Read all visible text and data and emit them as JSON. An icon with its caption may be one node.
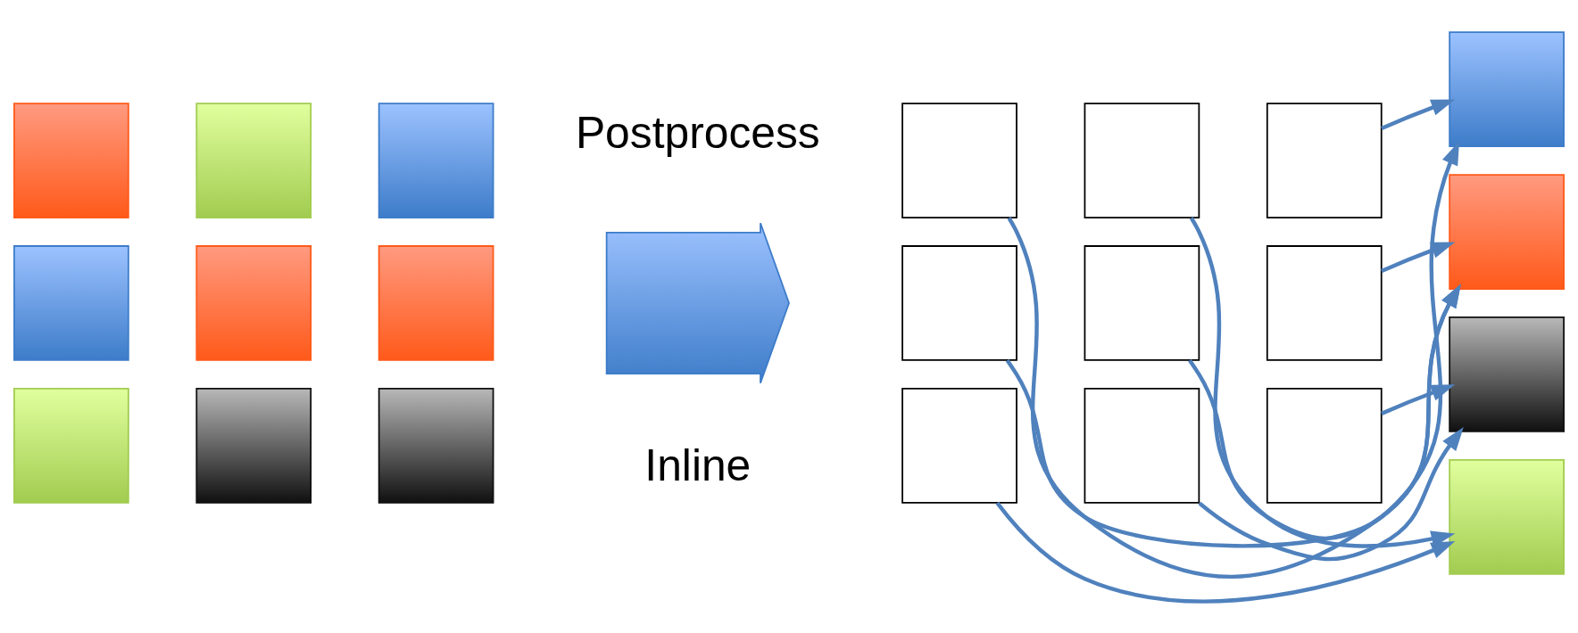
{
  "diagram": {
    "nodes": [
      {
        "text": [],
        "shape": "box"
      },
      {
        "text": [],
        "shape": "box"
      },
      {
        "text": [],
        "shape": "box"
      },
      {
        "text": [],
        "shape": "box"
      },
      {
        "text": [],
        "shape": "box"
      },
      {
        "text": [],
        "shape": "box"
      },
      {
        "text": [],
        "shape": "box"
      },
      {
        "text": [],
        "shape": "box"
      },
      {
        "text": [],
        "shape": "box"
      },
      {
        "text": [],
        "shape": "arrow",
        "beside": [
          "Postprocess",
          "Inline"
        ]
      },
      {
        "text": [],
        "shape": "box"
      },
      {
        "text": [],
        "shape": "box"
      },
      {
        "text": [],
        "shape": "box"
      },
      {
        "text": [],
        "shape": "box"
      },
      {
        "text": [],
        "shape": "box"
      },
      {
        "text": [],
        "shape": "box"
      },
      {
        "text": [],
        "shape": "box"
      },
      {
        "text": [],
        "shape": "box"
      },
      {
        "text": [],
        "shape": "box"
      },
      {
        "text": [],
        "shape": "box"
      },
      {
        "text": [],
        "shape": "box"
      },
      {
        "text": [],
        "shape": "box"
      },
      {
        "text": [],
        "shape": "box"
      }
    ],
    "edges": [
      {
        "from": 10,
        "to": 20,
        "arrow": "to"
      },
      {
        "from": 11,
        "to": 22,
        "arrow": "to"
      },
      {
        "from": 12,
        "to": 19,
        "arrow": "to"
      },
      {
        "from": 13,
        "to": 19,
        "arrow": "to"
      },
      {
        "from": 14,
        "to": 20,
        "arrow": "to"
      },
      {
        "from": 15,
        "to": 20,
        "arrow": "to"
      },
      {
        "from": 16,
        "to": 22,
        "arrow": "to"
      },
      {
        "from": 17,
        "to": 21,
        "arrow": "to"
      },
      {
        "from": 18,
        "to": 21,
        "arrow": "to"
      }
    ]
  }
}
